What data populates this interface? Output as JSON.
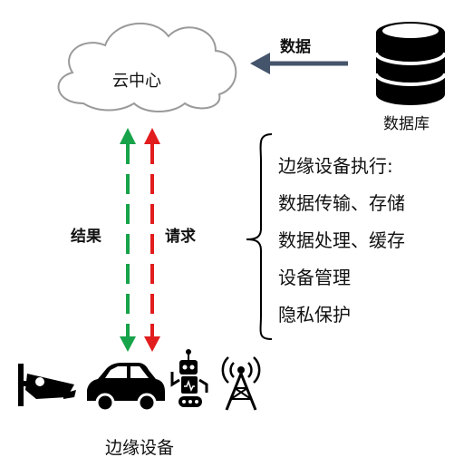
{
  "cloud": {
    "label": "云中心",
    "icon": "cloud-icon"
  },
  "database": {
    "label": "数据库",
    "icon": "database-icon"
  },
  "data_flow": {
    "label": "数据",
    "color": "#44546a"
  },
  "flows": {
    "result": {
      "label": "结果",
      "color": "#17a34a"
    },
    "request": {
      "label": "请求",
      "color": "#e11d1d"
    }
  },
  "edge_functions": {
    "items": [
      "边缘设备执行:",
      "数据传输、存储",
      "数据处理、缓存",
      "设备管理",
      "隐私保护"
    ]
  },
  "edge_devices": {
    "label": "边缘设备",
    "icons": [
      "security-camera-icon",
      "car-icon",
      "robot-icon",
      "cell-tower-icon"
    ]
  }
}
